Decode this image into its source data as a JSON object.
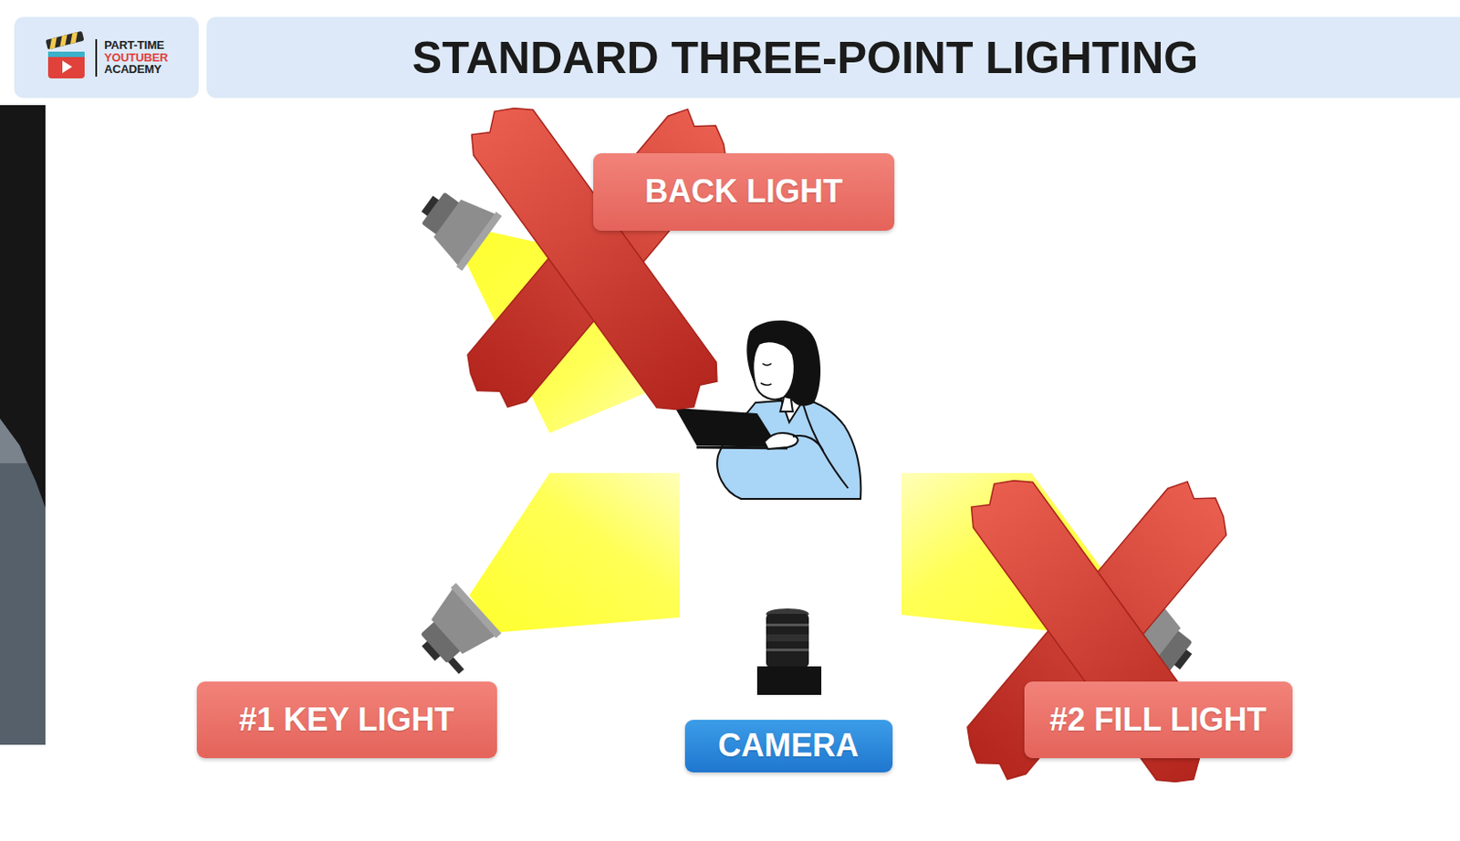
{
  "diagram": {
    "title": "STANDARD THREE-POINT LIGHTING",
    "nodes": [
      {
        "text": [
          "PART-TIME",
          "YOUTUBER",
          "ACADEMY"
        ]
      },
      {
        "text": [
          "BACK LIGHT"
        ]
      },
      {
        "text": [
          "#1 KEY LIGHT"
        ]
      },
      {
        "text": [
          "CAMERA"
        ]
      },
      {
        "text": [
          "#2 FILL LIGHT"
        ]
      }
    ]
  }
}
